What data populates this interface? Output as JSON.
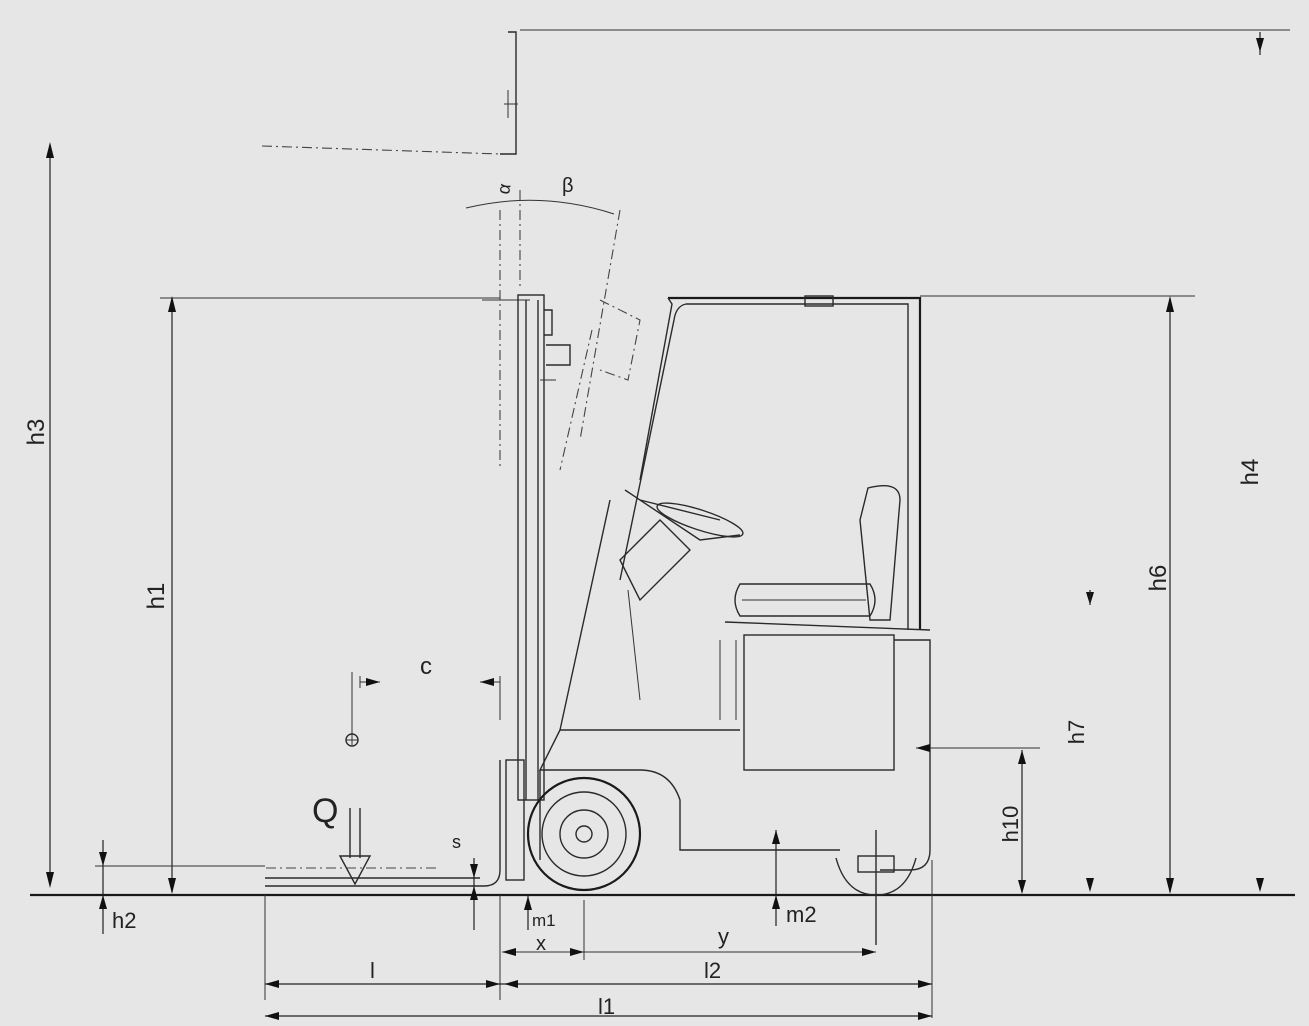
{
  "labels": {
    "h1": "h1",
    "h2": "h2",
    "h3": "h3",
    "h4": "h4",
    "h6": "h6",
    "h7": "h7",
    "h10": "h10",
    "c": "c",
    "q": "Q",
    "s": "s",
    "m1": "m1",
    "m2": "m2",
    "x": "x",
    "y": "y",
    "l": "l",
    "l1": "l1",
    "l2": "l2",
    "alpha": "α",
    "beta": "β"
  }
}
